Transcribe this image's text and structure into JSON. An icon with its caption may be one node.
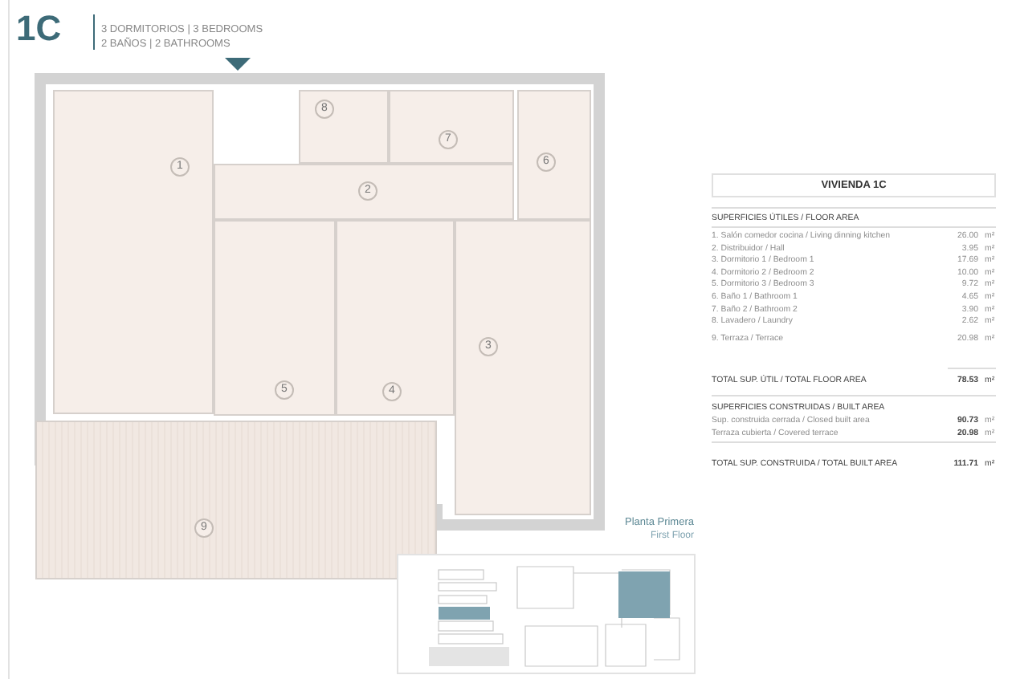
{
  "diagram": {
    "title": "1C",
    "nodes": [
      {
        "text": [
          "1"
        ]
      },
      {
        "text": [
          "2"
        ]
      },
      {
        "text": [
          "3"
        ]
      },
      {
        "text": [
          "4"
        ]
      },
      {
        "text": [
          "5"
        ]
      },
      {
        "text": [
          "6"
        ]
      },
      {
        "text": [
          "7"
        ]
      },
      {
        "text": [
          "8"
        ]
      },
      {
        "text": [
          "9"
        ]
      },
      {
        "text": [
          "VIVIENDA 1C"
        ]
      }
    ],
    "edges": [],
    "labels": [
      "3 DORMITORIOS | 3 BEDROOMS",
      "2 BAÑOS | 2 BATHROOMS",
      "SUPERFICIES ÚTILES / FLOOR AREA",
      "1. Salón comedor cocina / Living dinning kitchen",
      "26.00",
      "m²",
      "2. Distribuidor / Hall",
      "3.95",
      "m²",
      "3. Dormitorio 1 / Bedroom 1",
      "17.69",
      "m²",
      "4. Dormitorio 2 / Bedroom 2",
      "10.00",
      "m²",
      "5. Dormitorio 3 / Bedroom 3",
      "9.72",
      "m²",
      "6. Baño 1 / Bathroom 1",
      "4.65",
      "m²",
      "7. Baño 2 / Bathroom 2",
      "3.90",
      "m²",
      "8. Lavadero / Laundry",
      "2.62",
      "m²",
      "9. Terraza / Terrace",
      "20.98",
      "m²",
      "TOTAL SUP. ÚTIL / TOTAL FLOOR AREA",
      "78.53",
      "m²",
      "SUPERFICIES CONSTRUIDAS / BUILT AREA",
      "Sup. construida cerrada / Closed built area",
      "90.73",
      "m²",
      "Terraza cubierta / Covered terrace",
      "20.98",
      "m²",
      "TOTAL SUP. CONSTRUIDA / TOTAL BUILT AREA",
      "111.71",
      "m²",
      "Planta Primera",
      "First Floor"
    ]
  }
}
